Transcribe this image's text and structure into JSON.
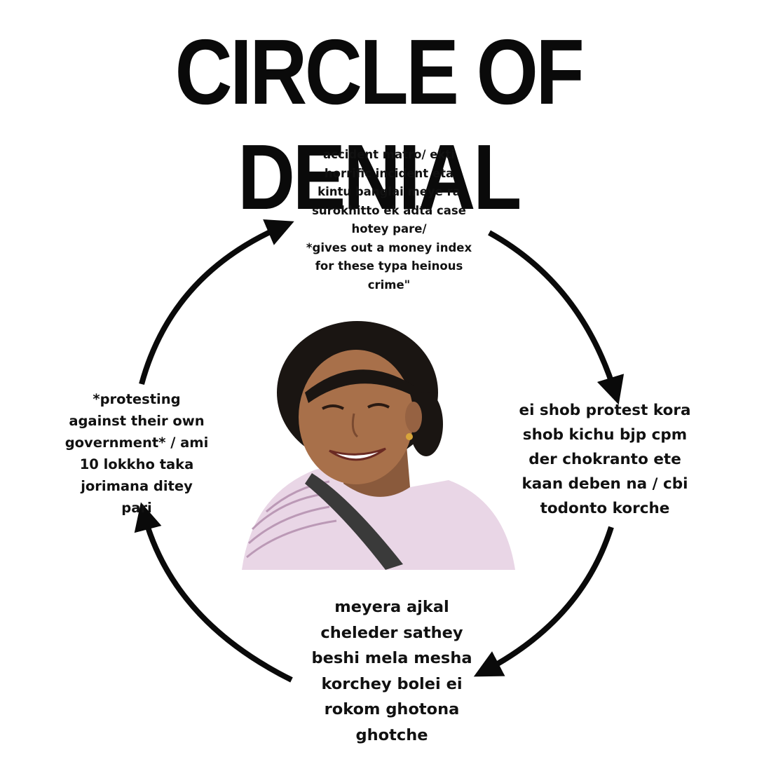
{
  "title": "CIRCLE OF DENIAL",
  "colors": {
    "text": "#111111",
    "arrow": "#0a0a0a",
    "background": "#ffffff"
  },
  "nodes": {
    "top": {
      "lines": [
        "accident matro/ ekti",
        "horrific incident eta",
        "kintu banglai meye ra",
        "surokhitto ek adta case",
        "hotey pare/",
        "*gives out a money index",
        "for these typa heinous",
        "crime\""
      ]
    },
    "right": {
      "lines": [
        "ei shob protest kora",
        "shob kichu bjp cpm",
        "der chokranto ete",
        "kaan deben na / cbi",
        "todonto korche"
      ]
    },
    "bottom": {
      "lines": [
        "meyera ajkal",
        "cheleder sathey",
        "beshi mela mesha",
        "korchey bolei ei",
        "rokom ghotona",
        "ghotche"
      ]
    },
    "left": {
      "lines": [
        "*protesting",
        "against their own",
        "government* / ami",
        "10 lokkho taka",
        "jorimana ditey",
        "pari"
      ]
    }
  }
}
